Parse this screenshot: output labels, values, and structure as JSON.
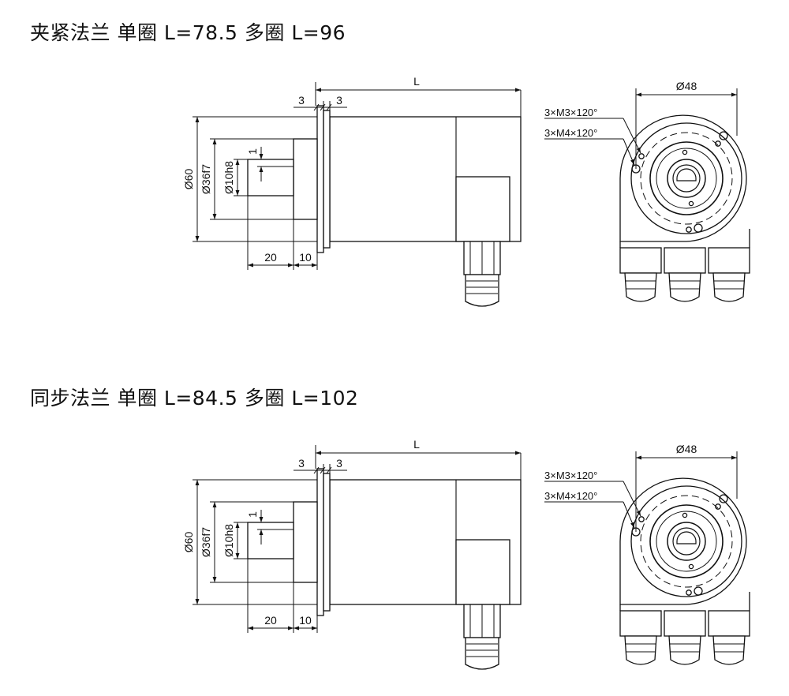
{
  "sections": [
    {
      "title": "夹紧法兰 单圈 L=78.5 多圈 L=96",
      "dims": {
        "L": "L",
        "gap1": "3",
        "gap2": "3",
        "dia60": "Ø60",
        "dia36": "Ø36f7",
        "dia10": "Ø10h8",
        "flat": "1",
        "len20": "20",
        "len10": "10",
        "dia48": "Ø48",
        "m3": "3×M3×120°",
        "m4": "3×M4×120°"
      }
    },
    {
      "title": "同步法兰 单圈 L=84.5 多圈 L=102",
      "dims": {
        "L": "L",
        "gap1": "3",
        "gap2": "3",
        "dia60": "Ø60",
        "dia36": "Ø36f7",
        "dia10": "Ø10h8",
        "flat": "1",
        "len20": "20",
        "len10": "10",
        "dia48": "Ø48",
        "m3": "3×M3×120°",
        "m4": "3×M4×120°"
      }
    }
  ]
}
